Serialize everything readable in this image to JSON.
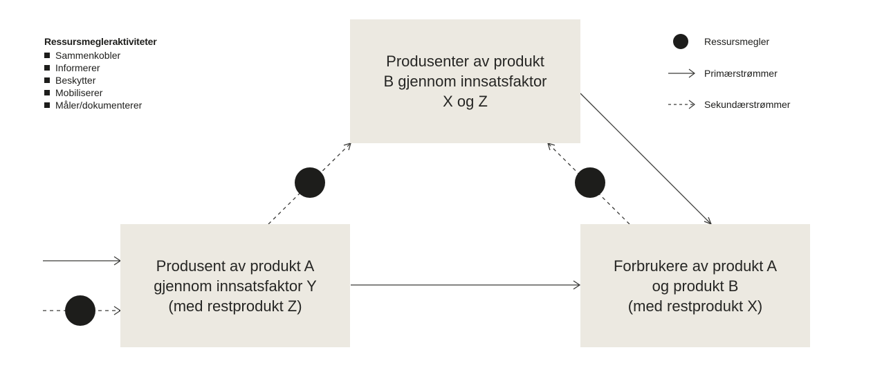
{
  "activities": {
    "title": "Ressursmegleraktiviteter",
    "items": [
      "Sammenkobler",
      "Informerer",
      "Beskytter",
      "Mobiliserer",
      "Måler/dokumenterer"
    ]
  },
  "legend": {
    "broker": "Ressursmegler",
    "primary": "Primærstrømmer",
    "secondary": "Sekundærstrømmer"
  },
  "boxes": {
    "top": [
      "Produsenter av produkt",
      "B gjennom innsatsfaktor",
      "X og Z"
    ],
    "left": [
      "Produsent av produkt A",
      "gjennom innsatsfaktor Y",
      "(med restprodukt Z)"
    ],
    "right": [
      "Forbrukere av produkt A",
      "og produkt B",
      "(med restprodukt X)"
    ]
  },
  "colors": {
    "box_fill": "#ece9e1",
    "ink": "#1d1d1b",
    "line": "#3a3a38"
  }
}
